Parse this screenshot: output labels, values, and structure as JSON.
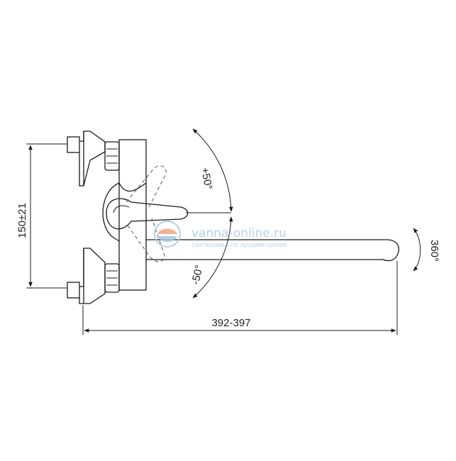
{
  "dimensions": {
    "height_label": "150±21",
    "length_label": "392-397",
    "angle_up_label": "+50°",
    "angle_down_label": "-50°",
    "rotation_label": "360°"
  },
  "watermark": {
    "site": "vanna-online.ru",
    "tagline": "сантехника по лучшим ценам"
  },
  "colors": {
    "line": "#1a1a1a",
    "watermark": "#a9c7e3",
    "watermark_accent": "#f2a584"
  }
}
